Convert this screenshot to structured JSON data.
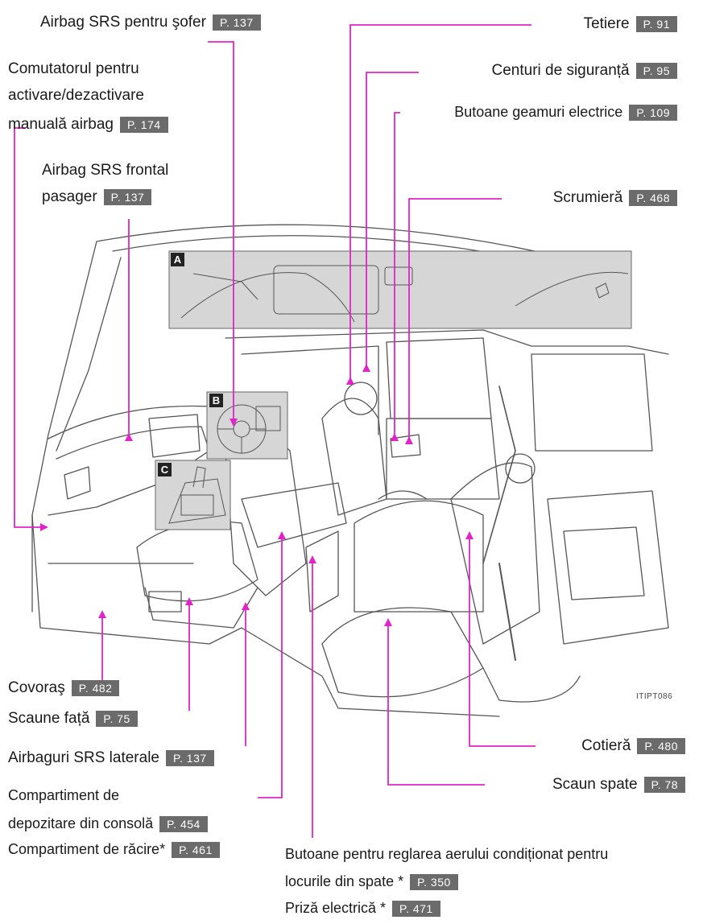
{
  "labels": {
    "driver_airbag": {
      "text": "Airbag SRS pentru şofer",
      "page": "P. 137"
    },
    "airbag_switch_l1": "Comutatorul pentru",
    "airbag_switch_l2": "activare/dezactivare",
    "airbag_switch_l3": {
      "text": "manuală airbag",
      "page": "P. 174"
    },
    "passenger_airbag_l1": "Airbag SRS frontal",
    "passenger_airbag_l2": {
      "text": "pasager",
      "page": "P. 137"
    },
    "headrests": {
      "text": "Tetiere",
      "page": "P. 91"
    },
    "seatbelts": {
      "text": "Centuri de siguranță",
      "page": "P. 95"
    },
    "power_windows": {
      "text": "Butoane geamuri electrice",
      "page": "P. 109"
    },
    "ashtray": {
      "text": "Scrumieră",
      "page": "P. 468"
    },
    "floor_mat": {
      "text": "Covoraş",
      "page": "P. 482"
    },
    "front_seats": {
      "text": "Scaune față",
      "page": "P. 75"
    },
    "side_airbags": {
      "text": "Airbaguri SRS laterale",
      "page": "P. 137"
    },
    "console_box_l1": "Compartiment de",
    "console_box_l2": {
      "text": "depozitare din consolă",
      "page": "P. 454"
    },
    "cool_box": {
      "text": "Compartiment de răcire*",
      "page": "P. 461"
    },
    "armrest": {
      "text": "Cotieră",
      "page": "P. 480"
    },
    "rear_seat": {
      "text": "Scaun spate",
      "page": "P. 78"
    },
    "rear_ac_l1": "Butoane pentru reglarea aerului condiționat pentru",
    "rear_ac_l2": {
      "text": "locurile din spate *",
      "page": "P. 350"
    },
    "power_outlet": {
      "text": "Priză electrică *",
      "page": "P. 471"
    }
  },
  "markers": {
    "a": "A",
    "b": "B",
    "c": "C"
  },
  "figure_code": "ITIPT086",
  "colors": {
    "leader": "#e024c8",
    "badge": "#6b6b6b",
    "inset": "#d6d6d6"
  }
}
